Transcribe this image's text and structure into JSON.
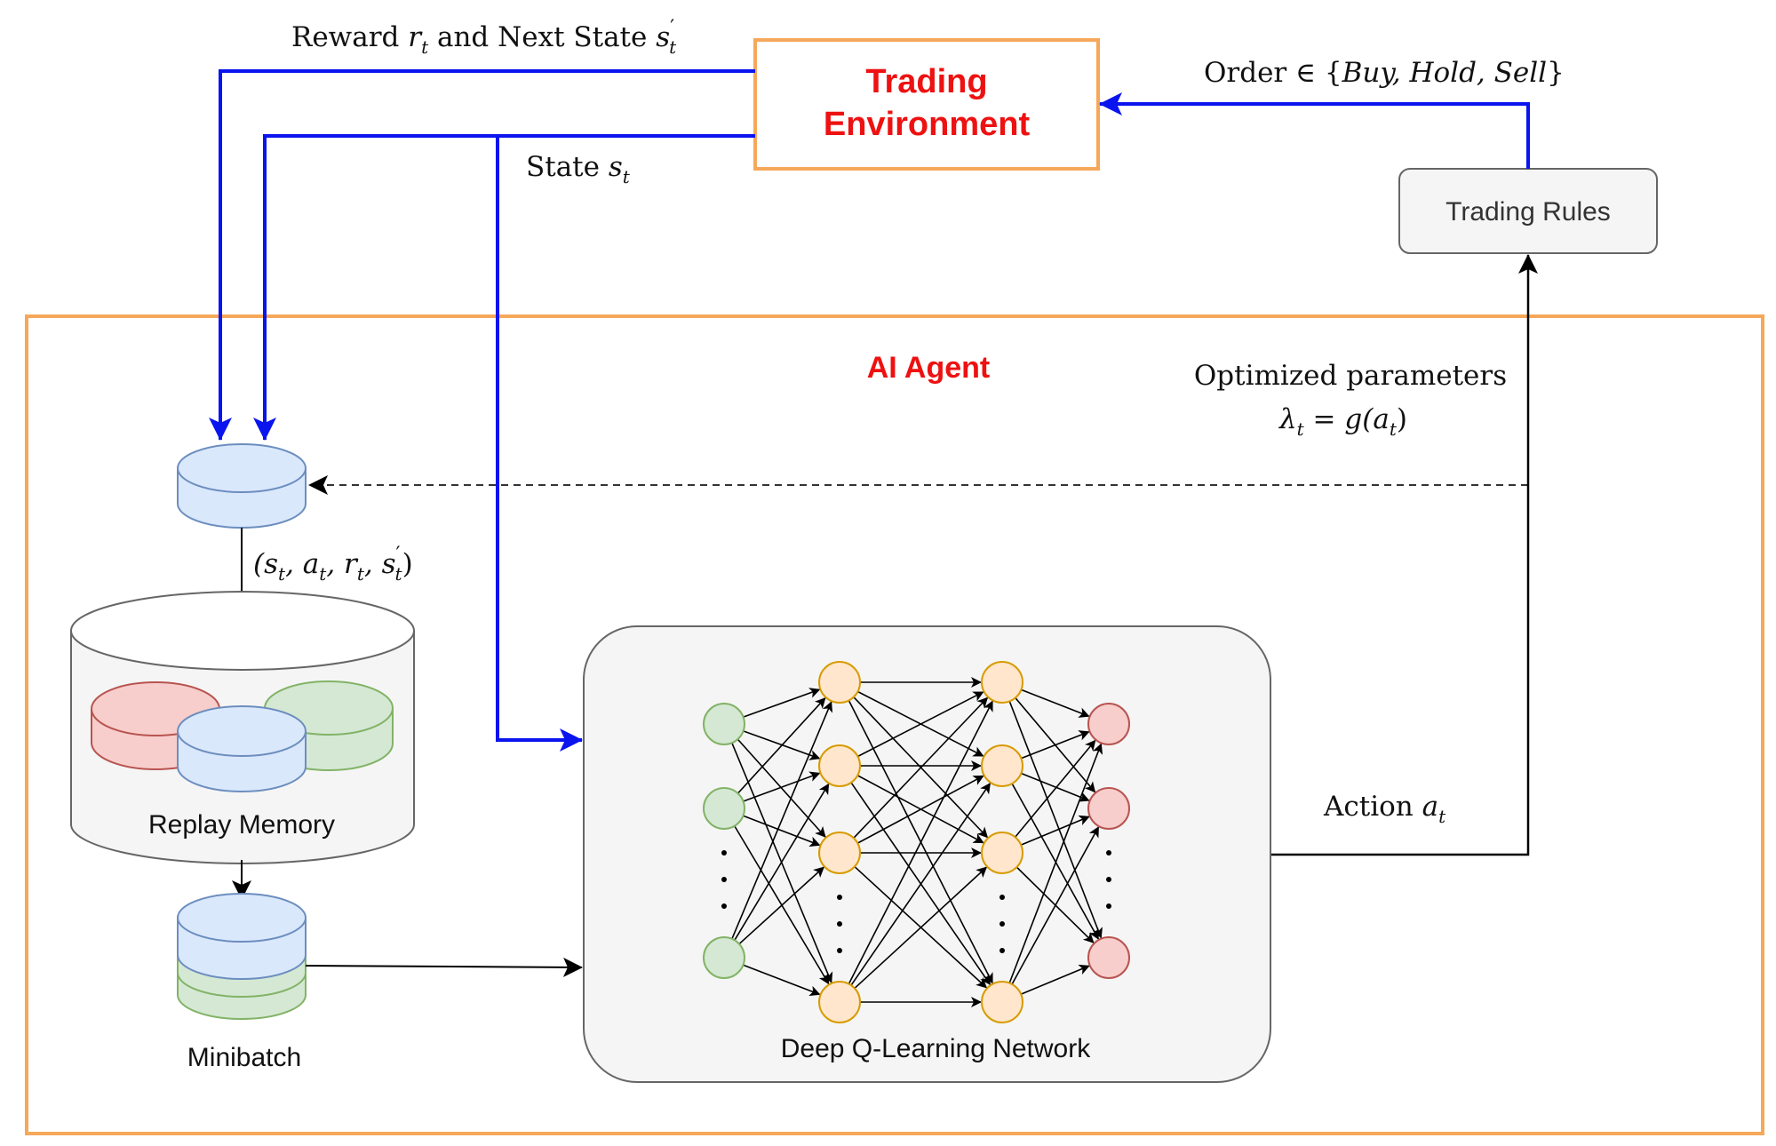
{
  "environment": {
    "line1": "Trading",
    "line2": "Environment"
  },
  "agent": {
    "title": "AI Agent"
  },
  "trading_rules": {
    "label": "Trading Rules"
  },
  "replay_memory": {
    "label": "Replay Memory"
  },
  "minibatch": {
    "label": "Minibatch"
  },
  "network": {
    "label": "Deep Q-Learning Network"
  },
  "edges": {
    "reward_prefix": "Reward ",
    "reward_var": "r",
    "reward_sub": "t",
    "reward_mid": " and Next State ",
    "next_state_var": "s",
    "next_state_sup": "′",
    "next_state_sub": "t",
    "state_prefix": "State ",
    "state_var": "s",
    "state_sub": "t",
    "order_prefix": "Order  ∈ {",
    "order_values": "Buy, Hold, Sell",
    "order_suffix": "}",
    "optimized_line1": "Optimized parameters",
    "lambda": "λ",
    "lambda_sub": "t",
    "equals_g": " = g(",
    "action_var": "a",
    "action_sub": "t",
    "close_paren": ")",
    "transition": "(s",
    "transition_rest_1": ", a",
    "transition_rest_2": ", r",
    "transition_rest_3": ", s",
    "transition_prime": "′",
    "transition_close": ")",
    "action_prefix": "Action "
  },
  "colors": {
    "orange_border": "#f5a85a",
    "red_text": "#ee1111",
    "blue_arrow": "#0a14ee",
    "input_node_fill": "#d5e8d4",
    "input_node_stroke": "#82b366",
    "hidden_node_fill": "#ffe6cc",
    "hidden_node_stroke": "#d79b00",
    "output_node_fill": "#f8cecc",
    "output_node_stroke": "#b85450",
    "memory_blue_fill": "#dae8fc",
    "memory_blue_stroke": "#6c8ebf",
    "panel_fill": "#f5f5f5",
    "panel_stroke": "#666666"
  },
  "icons": [
    "database-disk-icon",
    "neural-network-icon",
    "arrow-icon"
  ]
}
